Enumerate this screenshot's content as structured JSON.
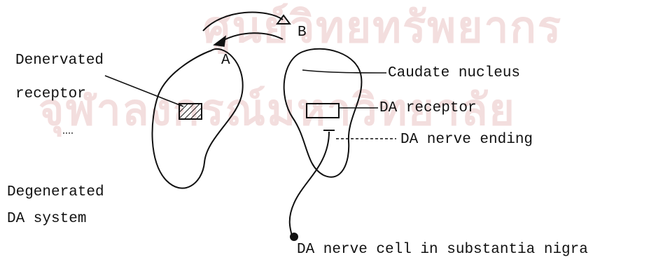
{
  "watermark": {
    "line1": "ศูนย์วิทยทรัพยากร",
    "line2": "จุฬาลงกรณ์มหาวิทยาลัย"
  },
  "labels": {
    "denervated_line1": "Denervated",
    "denervated_line2": "receptor",
    "point_a": "A",
    "point_b": "B",
    "caudate_nucleus": "Caudate nucleus",
    "da_receptor": "DA receptor",
    "da_nerve_ending": "DA nerve ending",
    "degenerated_line1": "Degenerated",
    "degenerated_line2": "DA system",
    "da_nerve_cell": "DA nerve cell in substantia nigra"
  },
  "colors": {
    "ink": "#111111",
    "watermark": "#f3dede"
  }
}
